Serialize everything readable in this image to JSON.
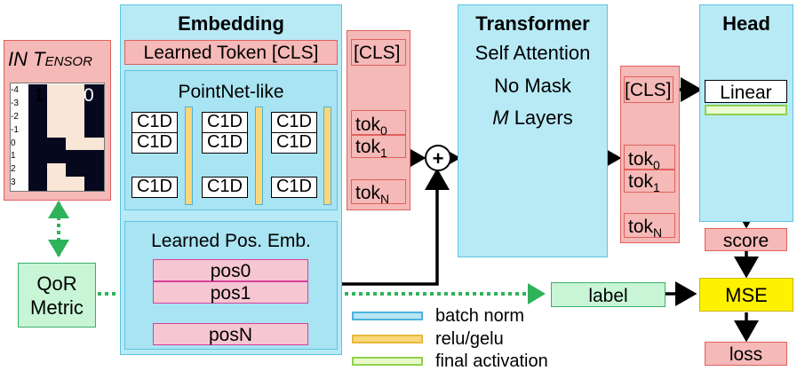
{
  "in_tensor": {
    "title_first": "IN",
    "title_second": "Tensor",
    "col_labels": [
      "1",
      "0"
    ],
    "row_labels": [
      "-4",
      "-3",
      "-2",
      "-1",
      "0",
      "1",
      "2",
      "3"
    ],
    "grid": [
      [
        1,
        0,
        0,
        1
      ],
      [
        1,
        0,
        0,
        1
      ],
      [
        1,
        0,
        0,
        1
      ],
      [
        1,
        0,
        0,
        1
      ],
      [
        1,
        1,
        0,
        0
      ],
      [
        1,
        1,
        1,
        1
      ],
      [
        1,
        0,
        1,
        1
      ],
      [
        1,
        0,
        0,
        1
      ]
    ],
    "colors": {
      "dark": "#06081e",
      "light": "#f9e6d6"
    }
  },
  "embedding": {
    "title": "Embedding",
    "cls_label": "Learned Token [CLS]",
    "pointnet_title": "PointNet-like",
    "c1d_label": "C1D",
    "pos_title": "Learned Pos. Emb.",
    "pos_items": [
      "pos0",
      "pos1",
      "posN"
    ]
  },
  "tokens": {
    "cls": "[CLS]",
    "tok0_base": "tok",
    "tok0_sub": "0",
    "tok1_base": "tok",
    "tok1_sub": "1",
    "tokN_base": "tok",
    "tokN_sub": "N"
  },
  "plus_symbol": "+",
  "transformer": {
    "title": "Transformer",
    "line1": "Self Attention",
    "line2": "No Mask",
    "line3_var": "M",
    "line3_rest": " Layers"
  },
  "head": {
    "title": "Head",
    "linear": "Linear"
  },
  "qor": {
    "line1": "QoR",
    "line2": "Metric"
  },
  "outputs": {
    "score": "score",
    "label": "label",
    "mse": "MSE",
    "loss": "loss"
  },
  "legend": [
    {
      "label": "batch norm",
      "swatch": "#b8e6f4",
      "border": "#4db3dd"
    },
    {
      "label": "relu/gelu",
      "swatch": "#fbd77a",
      "border": "#e8b93e"
    },
    {
      "label": "final activation",
      "swatch": "#e8f9c8",
      "border": "#8fd14f"
    }
  ]
}
